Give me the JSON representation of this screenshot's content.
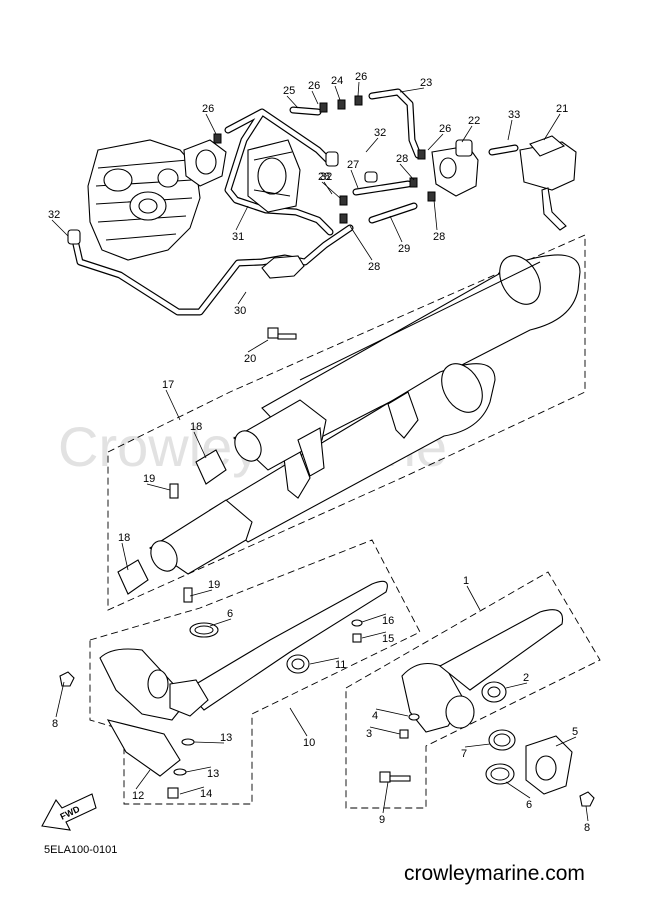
{
  "watermark": "Crowley Marine",
  "diagram_code": "5ELA100-0101",
  "footer_site": "crowleymarine.com",
  "fwd_label": "FWD",
  "callouts": [
    "26",
    "24",
    "26",
    "25",
    "23",
    "26",
    "32",
    "22",
    "33",
    "21",
    "26",
    "28",
    "27",
    "32",
    "31",
    "28",
    "29",
    "28",
    "28",
    "32",
    "30",
    "20",
    "17",
    "18",
    "19",
    "18",
    "19",
    "6",
    "16",
    "15",
    "11",
    "1",
    "2",
    "8",
    "4",
    "3",
    "7",
    "5",
    "13",
    "13",
    "10",
    "12",
    "14",
    "9",
    "6",
    "8"
  ]
}
